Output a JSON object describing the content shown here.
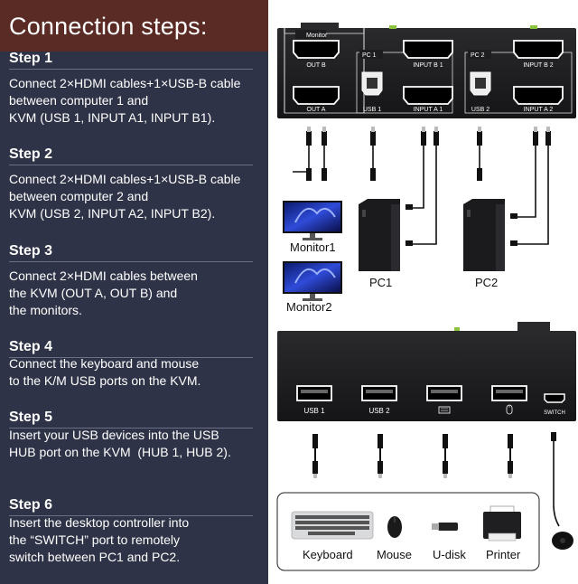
{
  "title": "Connection steps:",
  "steps": [
    {
      "label": "Step 1",
      "lines": [
        "Connect 2×HDMI cables+1×USB-B cable",
        "between computer 1 and",
        "KVM (USB 1, INPUT A1, INPUT B1)."
      ]
    },
    {
      "label": "Step 2",
      "lines": [
        "Connect 2×HDMI cables+1×USB-B cable",
        "between computer 2 and",
        "KVM (USB 2, INPUT A2, INPUT B2)."
      ]
    },
    {
      "label": "Step 3",
      "lines": [
        "Connect 2×HDMI cables between",
        "the KVM (OUT A, OUT B) and",
        "the monitors."
      ]
    },
    {
      "label": "Step 4",
      "lines": [
        "Connect the keyboard and mouse",
        "to the K/M USB ports on the KVM."
      ]
    },
    {
      "label": "Step 5",
      "lines": [
        " Insert your USB devices into the USB",
        "HUB port on the KVM  (HUB 1, HUB 2)."
      ]
    },
    {
      "label": "Step 6",
      "lines": [
        "Insert the desktop controller into",
        "the “SWITCH” port to remotely",
        "switch between PC1 and PC2."
      ]
    }
  ],
  "kvm_back": {
    "monitor_tab": "Monitor",
    "pc1_label": "PC 1",
    "pc2_label": "PC 2",
    "out_b": "OUT B",
    "out_a": "OUT A",
    "input_b1": "INPUT B 1",
    "input_a1": "INPUT A 1",
    "input_b2": "INPUT B 2",
    "input_a2": "INPUT A 2",
    "usb1": "USB 1",
    "usb2": "USB 2"
  },
  "devices": {
    "monitor1": "Monitor1",
    "monitor2": "Monitor2",
    "pc1": "PC1",
    "pc2": "PC2"
  },
  "kvm_front": {
    "usb1": "USB 1",
    "usb2": "USB 2",
    "switch": "SWITCH"
  },
  "peripherals": {
    "keyboard": "Keyboard",
    "mouse": "Mouse",
    "udisk": "U-disk",
    "printer": "Printer"
  },
  "colors": {
    "left_panel": "#2f3347",
    "header": "#5a2a24",
    "device_dark": "#1d1d1f",
    "accent_green": "#8ac43f"
  }
}
